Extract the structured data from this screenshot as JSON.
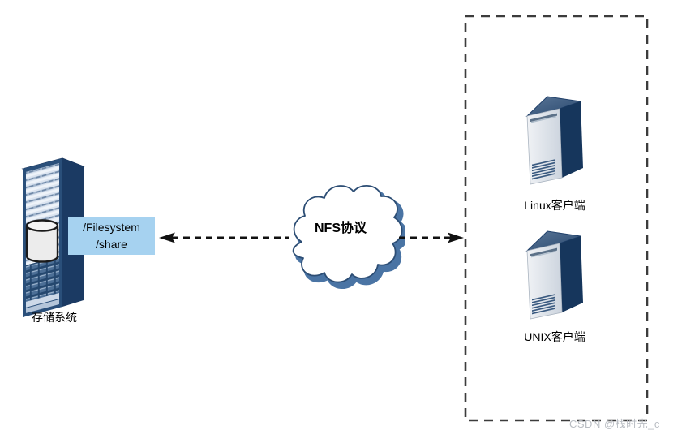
{
  "diagram": {
    "storage": {
      "caption": "存储系统",
      "share": {
        "line1": "/Filesystem",
        "line2": "/share"
      }
    },
    "network": {
      "cloud_label": "NFS协议"
    },
    "clients": {
      "items": [
        {
          "label": "Linux客户端"
        },
        {
          "label": "UNIX客户端"
        }
      ]
    },
    "watermark": "CSDN @栈时光_c",
    "colors": {
      "rack_navy": "#1b3a63",
      "rack_top": "#2f5880",
      "rack_frame": "#2a4f7a",
      "rack_stripe_light": "#dbe4f0",
      "tower_side_navy": "#16365c",
      "tower_front_light": "#eef1f4",
      "cloud_outline": "#4a74a4",
      "share_box_bg": "#a6d2f0",
      "arrow_black": "#111111",
      "dashed_border": "#3c3c3c",
      "watermark_gray": "#b9bdc3"
    }
  }
}
